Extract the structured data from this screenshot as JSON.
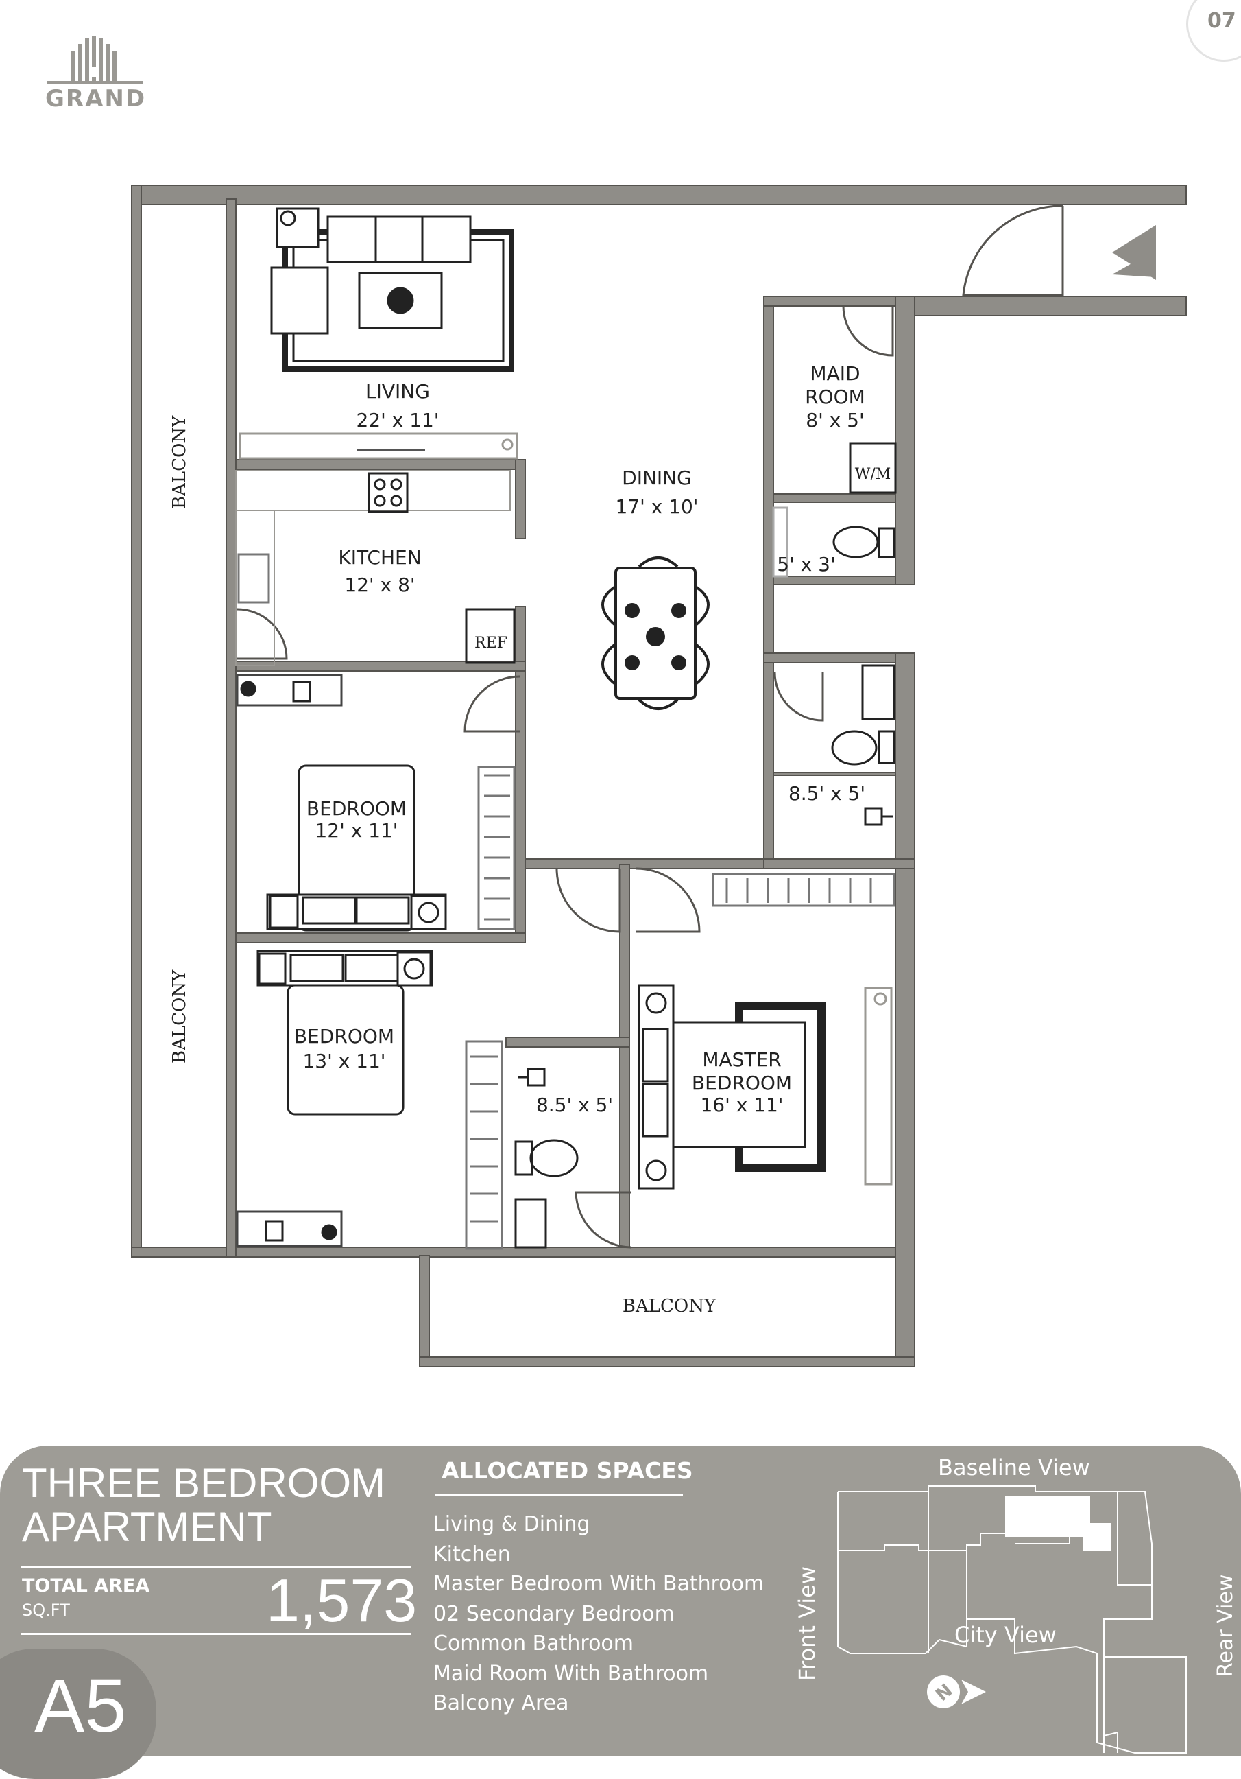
{
  "page_number": "07",
  "brand": {
    "name": "GRAND",
    "icon": "building-logo-icon"
  },
  "rooms": {
    "living": {
      "name": "LIVING",
      "size": "22' x 11'"
    },
    "dining": {
      "name": "DINING",
      "size": "17' x 10'"
    },
    "kitchen": {
      "name": "KITCHEN",
      "size": "12' x 8'"
    },
    "maid_room": {
      "name_line1": "MAID",
      "name_line2": "ROOM",
      "size": "8' x 5'"
    },
    "maid_bath": {
      "size": "5' x 3'"
    },
    "common_bath": {
      "size": "8.5' x 5'"
    },
    "bedroom1": {
      "name": "BEDROOM",
      "size": "12' x 11'"
    },
    "bedroom2": {
      "name": "BEDROOM",
      "size": "13' x 11'"
    },
    "master_bath": {
      "size": "8.5' x 5'"
    },
    "master": {
      "name_line1": "MASTER",
      "name_line2": "BEDROOM",
      "size": "16' x 11'"
    },
    "balcony_top": {
      "name": "BALCONY"
    },
    "balcony_left": {
      "name": "BALCONY"
    },
    "balcony_bottom": {
      "name": "BALCONY"
    }
  },
  "appliances": {
    "ref": "REF",
    "wm": "W/M"
  },
  "footer": {
    "title_line1": "THREE BEDROOM",
    "title_line2": "APARTMENT",
    "total_area_label": "TOTAL AREA",
    "total_area_unit": "SQ.FT",
    "total_area_value": "1,573",
    "unit_code": "A5",
    "allocated_title": "ALLOCATED SPACES",
    "allocated_spaces": [
      "Living & Dining",
      "Kitchen",
      "Master Bedroom With Bathroom",
      "02 Secondary Bedroom",
      "Common Bathroom",
      "Maid Room With Bathroom",
      "Balcony Area"
    ],
    "views": {
      "baseline": "Baseline View",
      "city": "City View",
      "front": "Front View",
      "rear": "Rear View"
    },
    "north_marker": "N"
  },
  "colors": {
    "wall": "#8f8d88",
    "wall_dark": "#55534f",
    "footer_bg": "#9e9c96",
    "badge_bg": "#8b8984",
    "furniture": "#222222"
  }
}
